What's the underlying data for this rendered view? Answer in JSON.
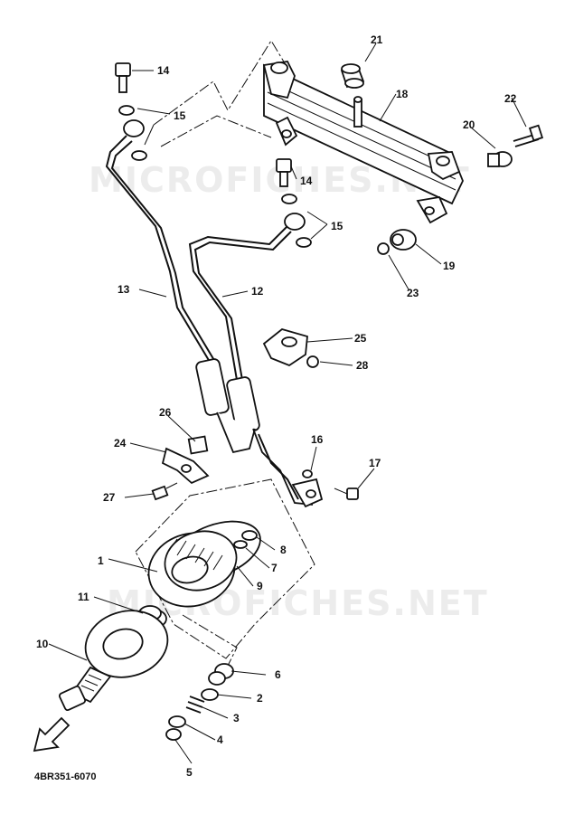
{
  "watermarks": [
    "MICROFICHES.NET",
    "MICROFICHES.NET"
  ],
  "part_code": "4BR351-6070",
  "callouts": {
    "c1": "1",
    "c2": "2",
    "c3": "3",
    "c4": "4",
    "c5": "5",
    "c6": "6",
    "c7": "7",
    "c8": "8",
    "c9": "9",
    "c10": "10",
    "c11": "11",
    "c12": "12",
    "c13": "13",
    "c14a": "14",
    "c14b": "14",
    "c15a": "15",
    "c15b": "15",
    "c16": "16",
    "c17": "17",
    "c18": "18",
    "c19": "19",
    "c20": "20",
    "c21": "21",
    "c22": "22",
    "c23": "23",
    "c24": "24",
    "c25": "25",
    "c26": "26",
    "c27": "27",
    "c28": "28"
  }
}
